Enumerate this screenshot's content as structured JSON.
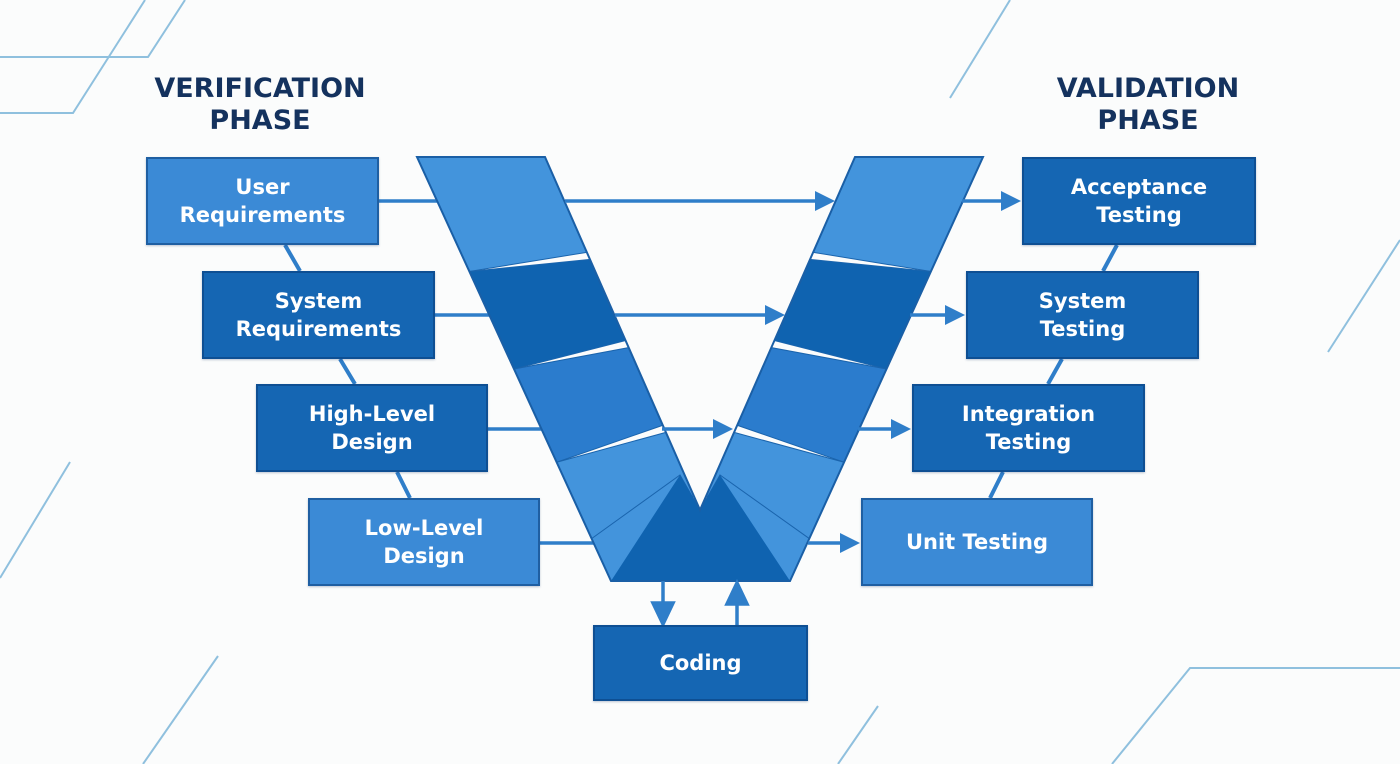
{
  "diagram": {
    "type": "V-Model",
    "colors": {
      "background": "#fbfcfc",
      "title_text": "#14325e",
      "box_light": "#3b8ad6",
      "box_dark": "#1566b3",
      "v_light": "#4394dc",
      "v_mid": "#2b7ccd",
      "v_dark": "#0f63b0",
      "connector": "#2f7ec9",
      "decor_line": "#8fc0de"
    },
    "verification": {
      "title": "VERIFICATION\nPHASE",
      "steps": [
        {
          "label": "User\nRequirements",
          "shade": "light"
        },
        {
          "label": "System\nRequirements",
          "shade": "dark"
        },
        {
          "label": "High-Level\nDesign",
          "shade": "dark"
        },
        {
          "label": "Low-Level\nDesign",
          "shade": "light"
        }
      ]
    },
    "validation": {
      "title": "VALIDATION\nPHASE",
      "steps": [
        {
          "label": "Acceptance\nTesting",
          "shade": "dark"
        },
        {
          "label": "System\nTesting",
          "shade": "dark"
        },
        {
          "label": "Integration\nTesting",
          "shade": "dark"
        },
        {
          "label": "Unit Testing",
          "shade": "light"
        }
      ]
    },
    "bottom": {
      "label": "Coding",
      "shade": "dark"
    },
    "connections": [
      {
        "from": "User Requirements",
        "to": "Acceptance Testing"
      },
      {
        "from": "System Requirements",
        "to": "System Testing"
      },
      {
        "from": "High-Level Design",
        "to": "Integration Testing"
      },
      {
        "from": "Low-Level Design",
        "to": "Unit Testing"
      },
      {
        "from": "V base",
        "to": "Coding"
      },
      {
        "from": "Coding",
        "to": "V base"
      }
    ]
  }
}
